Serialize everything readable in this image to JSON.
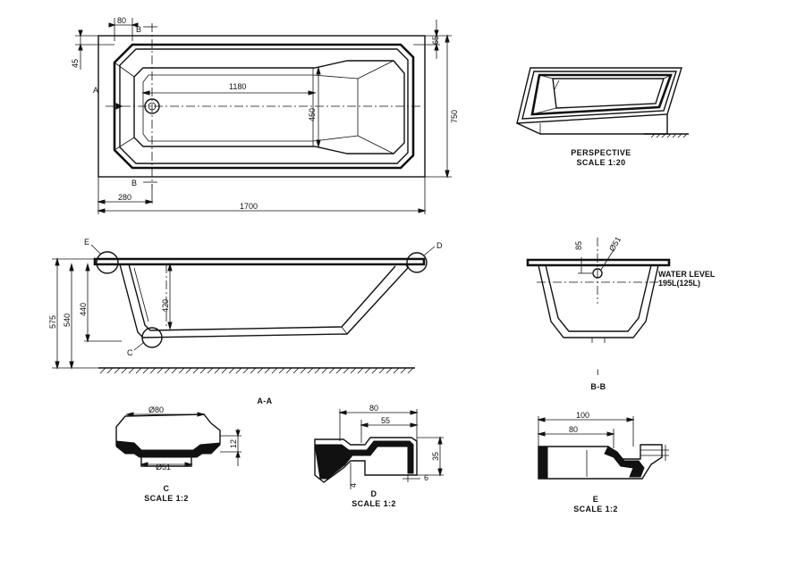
{
  "top_view": {
    "dims": {
      "length": "1700",
      "width": "750",
      "inner_length": "1180",
      "inner_width": "450",
      "waste_offset": "280",
      "rim_end": "80",
      "rim_side": "45",
      "rim_top": "65"
    },
    "markers": {
      "section_a_left": "A",
      "section_b_top": "B",
      "section_b_bottom": "B"
    }
  },
  "perspective": {
    "title": "PERSPECTIVE",
    "scale": "SCALE 1:20"
  },
  "section_aa": {
    "dims": {
      "height_total": "575",
      "height_rim": "540",
      "height_inner": "440",
      "depth": "420"
    },
    "markers": {
      "detail_e": "E",
      "detail_d": "D",
      "detail_c": "C"
    },
    "caption": "A-A"
  },
  "section_bb": {
    "dims": {
      "overflow_height": "85",
      "overflow_dia": "Ø51"
    },
    "water_level": "WATER LEVEL",
    "volume": "195L(125L)",
    "marker": "I",
    "caption": "B-B"
  },
  "detail_c": {
    "dims": {
      "top_dia": "Ø80",
      "bottom_dia": "Ø51",
      "height": "12"
    },
    "name": "C",
    "scale": "SCALE 1:2"
  },
  "detail_d": {
    "dims": {
      "width_outer": "80",
      "width_inner": "55",
      "height": "35",
      "thickness": "4",
      "flange": "6"
    },
    "name": "D",
    "scale": "SCALE 1:2"
  },
  "detail_e": {
    "dims": {
      "width_outer": "100",
      "width_inner": "80"
    },
    "name": "E",
    "scale": "SCALE 1:2"
  }
}
